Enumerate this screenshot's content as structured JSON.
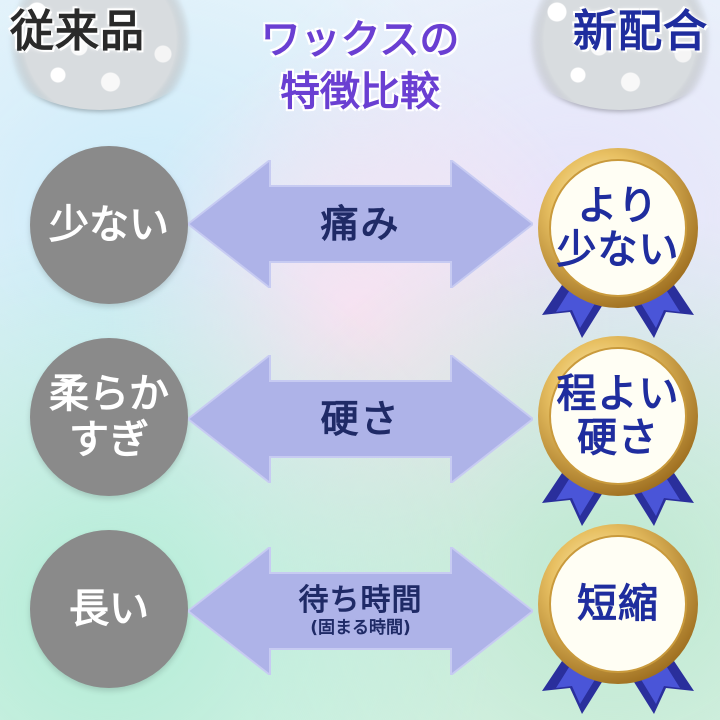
{
  "header": {
    "left_label": "従来品",
    "title_line1": "ワックスの",
    "title_line2": "特徴比較",
    "right_label": "新配合"
  },
  "colors": {
    "title": "#6a3fd2",
    "new_label": "#1f2d9e",
    "old_circle": "#8a8a8a",
    "arrow": "#aeb3e8",
    "arrow_text": "#1f2a66",
    "medal_gold": "#d9a441",
    "ribbon": "#2a2f9c"
  },
  "rows": [
    {
      "old": [
        "少ない"
      ],
      "attribute": "痛み",
      "attribute_sub": "",
      "new": [
        "より",
        "少ない"
      ]
    },
    {
      "old": [
        "柔らか",
        "すぎ"
      ],
      "attribute": "硬さ",
      "attribute_sub": "",
      "new": [
        "程よい",
        "硬さ"
      ]
    },
    {
      "old": [
        "長い"
      ],
      "attribute": "待ち時間",
      "attribute_sub": "(固まる時間)",
      "new": [
        "短縮"
      ]
    }
  ]
}
